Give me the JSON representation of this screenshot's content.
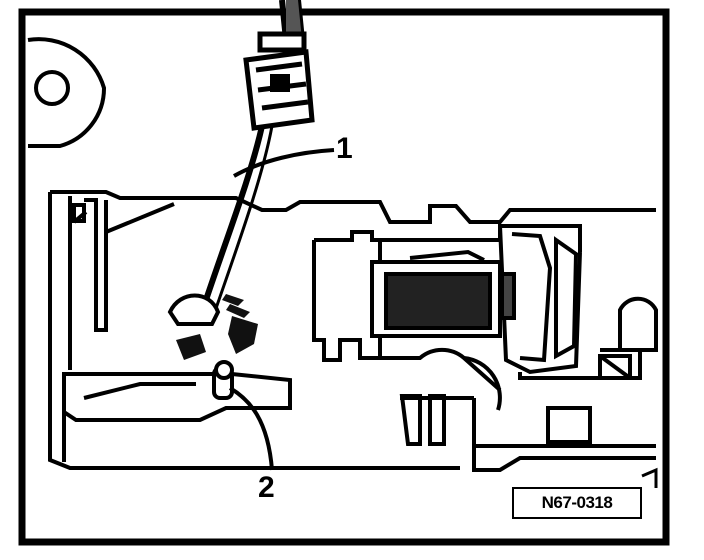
{
  "diagram": {
    "callouts": [
      {
        "id": "1",
        "text": "1"
      },
      {
        "id": "2",
        "text": "2"
      }
    ],
    "reference_code": "N67-0318",
    "colors": {
      "ink": "#000000",
      "paper": "#ffffff",
      "shade": "#222222"
    }
  }
}
